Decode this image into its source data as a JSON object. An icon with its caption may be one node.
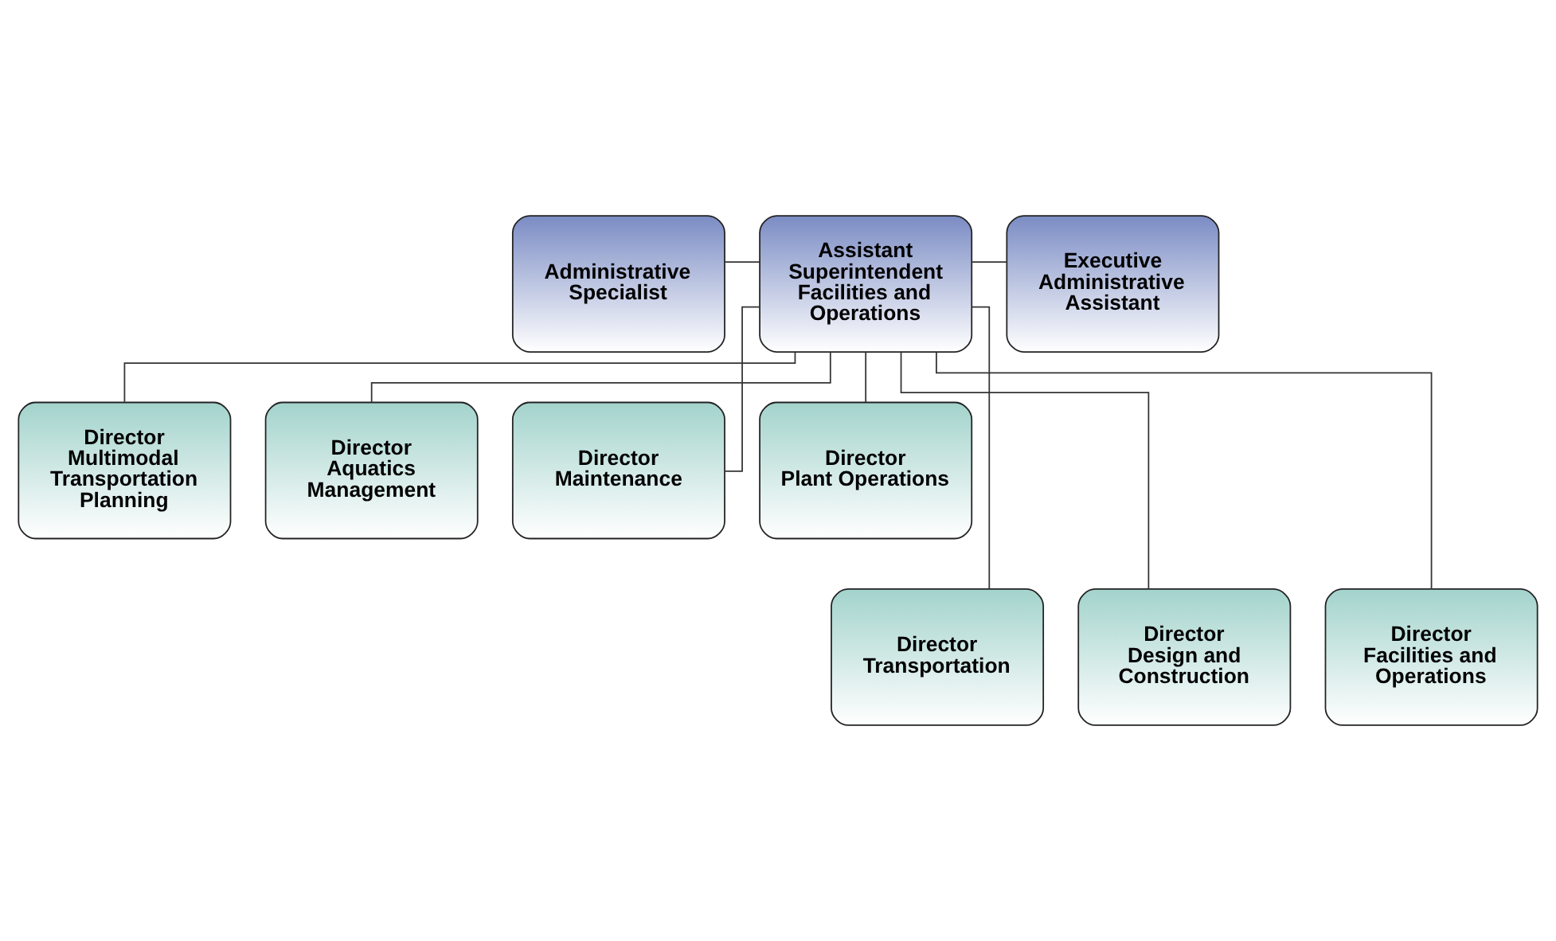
{
  "diagram": {
    "nodes": [
      {
        "text": [
          "Administrative Specialist"
        ]
      },
      {
        "text": [
          "Assistant Superintendent",
          "Facilities and Operations"
        ]
      },
      {
        "text": [
          "Executive Administrative Assistant"
        ]
      },
      {
        "text": [
          "Director",
          "Multimodal Transportation Planning"
        ]
      },
      {
        "text": [
          "Director",
          "Aquatics Management"
        ]
      },
      {
        "text": [
          "Director",
          "Maintenance"
        ]
      },
      {
        "text": [
          "Director",
          "Plant Operations"
        ]
      },
      {
        "text": [
          "Director",
          "Transportation"
        ]
      },
      {
        "text": [
          "Director",
          "Design and Construction"
        ]
      },
      {
        "text": [
          "Director",
          "Facilities and Operations"
        ]
      }
    ],
    "edges": [
      {
        "from": 0,
        "to": 1,
        "arrow": "none"
      },
      {
        "from": 1,
        "to": 2,
        "arrow": "none"
      },
      {
        "from": 1,
        "to": 3,
        "arrow": "none"
      },
      {
        "from": 1,
        "to": 4,
        "arrow": "none"
      },
      {
        "from": 1,
        "to": 5,
        "arrow": "none"
      },
      {
        "from": 1,
        "to": 6,
        "arrow": "none"
      },
      {
        "from": 1,
        "to": 7,
        "arrow": "none"
      },
      {
        "from": 1,
        "to": 8,
        "arrow": "none"
      },
      {
        "from": 1,
        "to": 9,
        "arrow": "none"
      }
    ]
  }
}
